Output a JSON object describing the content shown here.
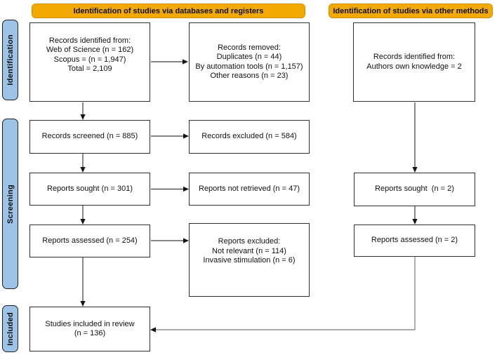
{
  "colors": {
    "header_fill": "#F2A900",
    "header_border": "#D18E00",
    "stage_fill": "#9DC3E6",
    "box_border": "#2E2E2E",
    "arrow": "#3A3A3A"
  },
  "headers": {
    "databases_registers": "Identification of studies via databases and registers",
    "other_methods": "Identification of studies via other methods"
  },
  "stage_labels": {
    "identification": "Identification",
    "screening": "Screening",
    "included": "Included"
  },
  "boxes": {
    "db_records_identified": {
      "lines": [
        "Records identified from:",
        "Web of Science (n = 162)",
        "Scopus = (n = 1,947)",
        "Total = 2,109"
      ]
    },
    "records_removed": {
      "lines": [
        "Records removed:",
        "Duplicates (n = 44)",
        "By automation tools (n = 1,157)",
        "Other reasons (n = 23)"
      ]
    },
    "other_records_identified": {
      "lines": [
        "Records identified from:",
        "Authors own knowledge = 2"
      ]
    },
    "records_screened": {
      "text": "Records screened (n = 885)"
    },
    "records_excluded": {
      "text": "Records excluded (n = 584)"
    },
    "reports_sought": {
      "text": "Reports sought (n = 301)"
    },
    "reports_not_retrieved": {
      "text": "Reports not retrieved (n = 47)"
    },
    "other_reports_sought": {
      "text": "Reports sought  (n = 2)"
    },
    "reports_assessed": {
      "text": "Reports assessed (n = 254)"
    },
    "reports_excluded": {
      "lines": [
        "Reports excluded:",
        "Not relevant (n = 114)",
        "Invasive stimulation (n = 6)"
      ]
    },
    "other_reports_assessed": {
      "text": "Reports assessed (n = 2)"
    },
    "studies_included": {
      "lines": [
        "Studies included in review",
        "(n = 136)"
      ]
    }
  }
}
